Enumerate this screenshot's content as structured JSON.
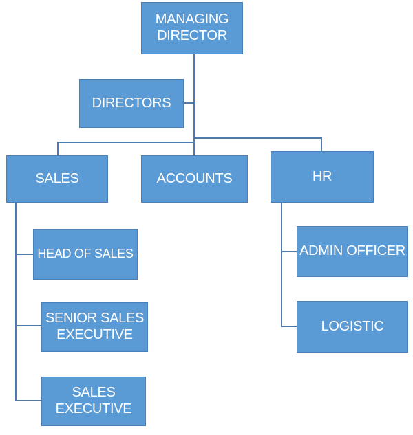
{
  "org_chart": {
    "type": "org-chart",
    "nodes": {
      "managing_director": {
        "label": "MANAGING DIRECTOR",
        "reports_to": null
      },
      "directors": {
        "label": "DIRECTORS",
        "reports_to": "MANAGING DIRECTOR"
      },
      "sales": {
        "label": "SALES",
        "reports_to": "DIRECTORS"
      },
      "accounts": {
        "label": "ACCOUNTS",
        "reports_to": "DIRECTORS"
      },
      "hr": {
        "label": "HR",
        "reports_to": "DIRECTORS"
      },
      "head_of_sales": {
        "label": "HEAD OF SALES",
        "reports_to": "SALES"
      },
      "senior_sales_executive": {
        "label": "SENIOR SALES EXECUTIVE",
        "reports_to": "SALES"
      },
      "sales_executive": {
        "label": "SALES EXECUTIVE",
        "reports_to": "SALES"
      },
      "admin_officer": {
        "label": "ADMIN OFFICER",
        "reports_to": "HR"
      },
      "logistic": {
        "label": "LOGISTIC",
        "reports_to": "HR"
      }
    },
    "colors": {
      "box_fill": "#5b9bd5",
      "box_border": "#4a80b8",
      "connector": "#4e7bab",
      "label_text": "#ffffff",
      "page_bg": "#ffffff"
    }
  }
}
